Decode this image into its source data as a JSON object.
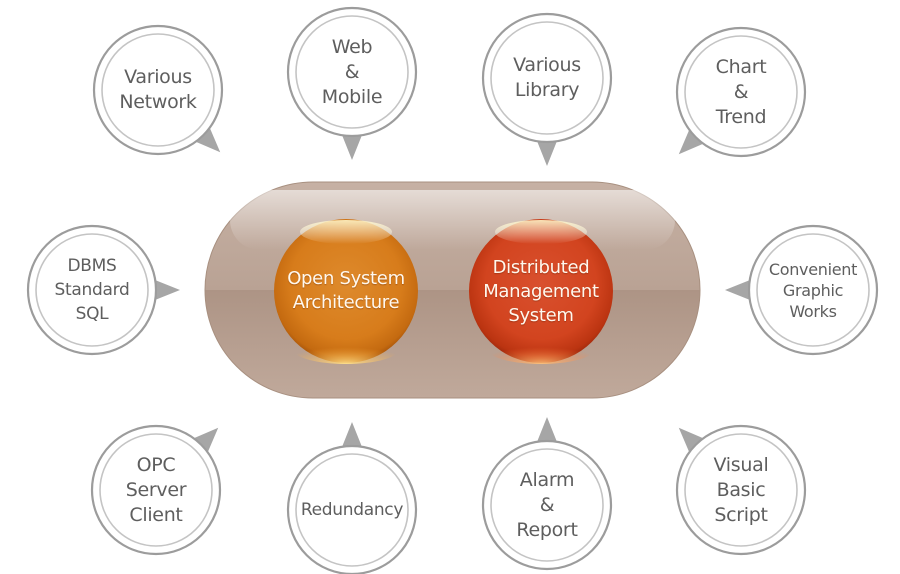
{
  "diagram": {
    "core": {
      "left": {
        "label": "Open System\nArchitecture",
        "color": "#e38a22"
      },
      "right": {
        "label": "Distributed\nManagement\nSystem",
        "color": "#d9482a"
      },
      "container_color": "#bea799"
    },
    "features": [
      {
        "id": "various-network",
        "label": "Various\nNetwork",
        "pointer": "down-right"
      },
      {
        "id": "web-mobile",
        "label": "Web\n&\nMobile",
        "pointer": "down"
      },
      {
        "id": "various-library",
        "label": "Various\nLibrary",
        "pointer": "down"
      },
      {
        "id": "chart-trend",
        "label": "Chart\n&\nTrend",
        "pointer": "down-left"
      },
      {
        "id": "dbms-sql",
        "label": "DBMS\nStandard\nSQL",
        "pointer": "right"
      },
      {
        "id": "convenient-graphic",
        "label": "Convenient\nGraphic\nWorks",
        "pointer": "left"
      },
      {
        "id": "opc-server-client",
        "label": "OPC\nServer\nClient",
        "pointer": "up-right"
      },
      {
        "id": "redundancy",
        "label": "Redundancy",
        "pointer": "up"
      },
      {
        "id": "alarm-report",
        "label": "Alarm\n&\nReport",
        "pointer": "up"
      },
      {
        "id": "visual-basic-script",
        "label": "Visual\nBasic\nScript",
        "pointer": "up-left"
      }
    ],
    "bubble_stroke_color": "#9c9c9c",
    "pointer_color": "#a6a6a6",
    "text_color": "#5e5e5e"
  }
}
